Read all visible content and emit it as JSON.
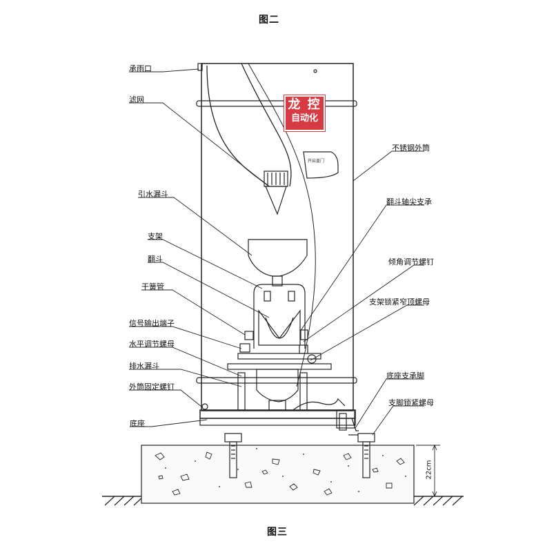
{
  "captions": {
    "top": "图二",
    "bottom": "图三"
  },
  "watermark": {
    "line1": "龙 控",
    "line2": "自动化"
  },
  "labels_left": [
    "承雨口",
    "滤网",
    "引水漏斗",
    "支架",
    "翻斗",
    "干簧管",
    "信号输出端子",
    "水平调节螺母",
    "排水漏斗",
    "外筒固定螺钉",
    "底座"
  ],
  "labels_right": [
    "不锈钢外筒",
    "翻斗轴尖支承",
    "倾角调节螺钉",
    "支架锁紧窄顶螺母",
    "底座支承脚",
    "支脚锁紧螺母"
  ],
  "dimension": "22cm",
  "plate_text": "开启盖门"
}
